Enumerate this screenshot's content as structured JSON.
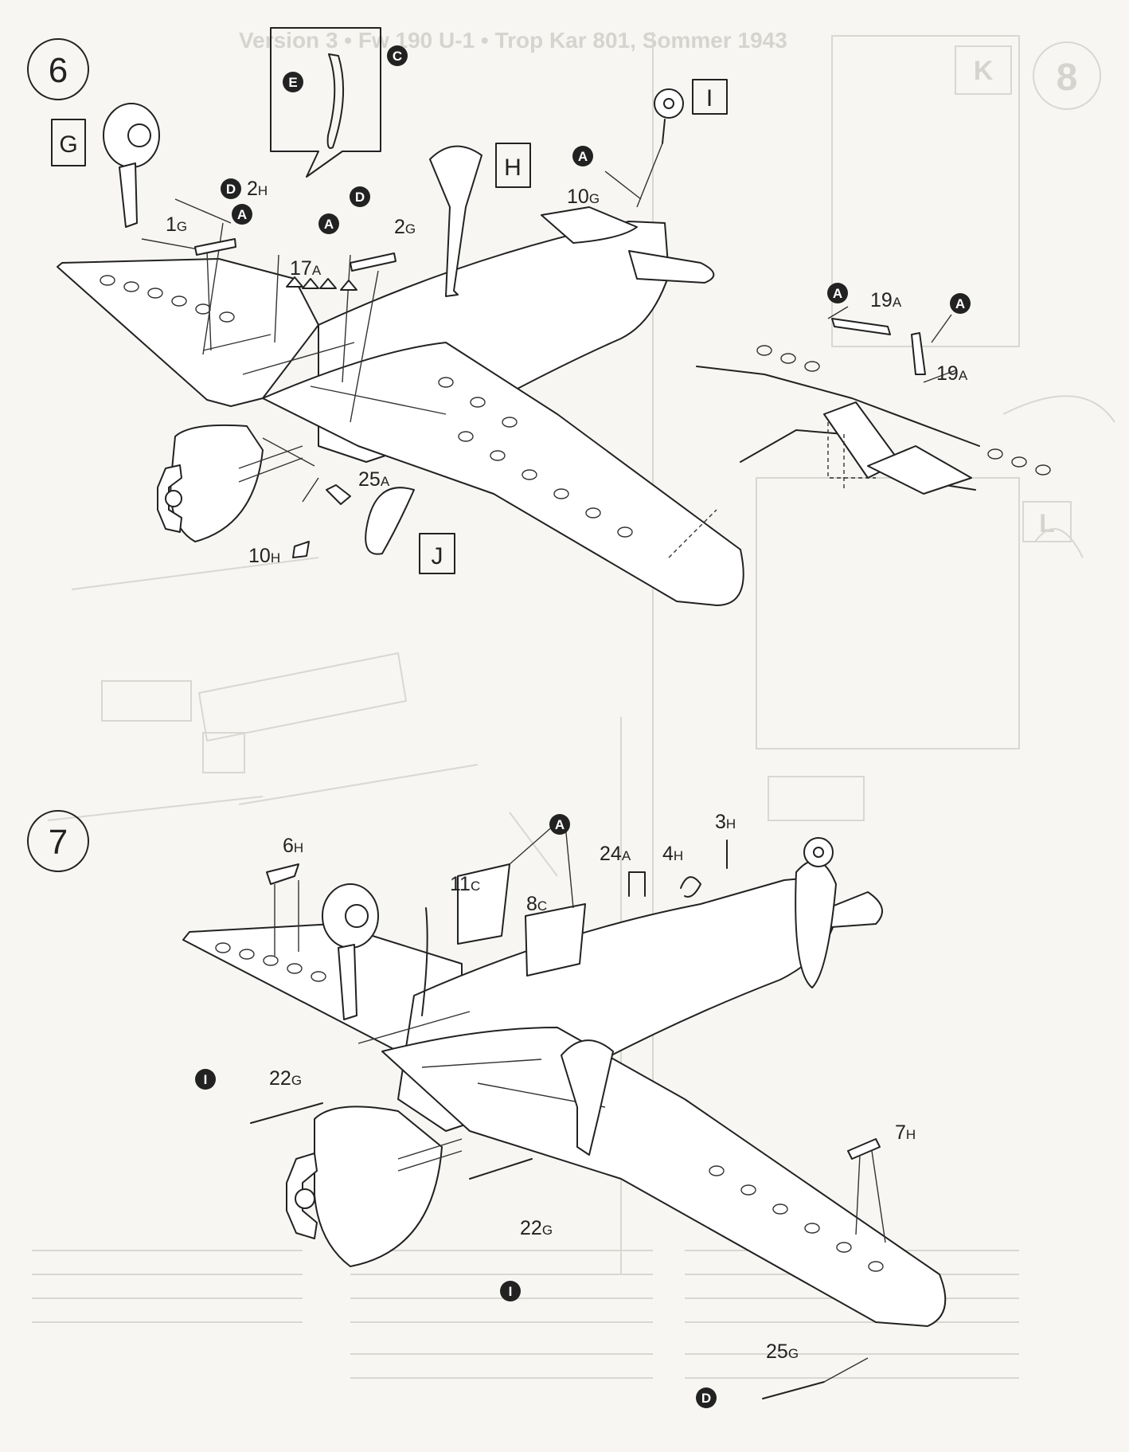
{
  "steps": {
    "six": "6",
    "seven": "7"
  },
  "boxes": {
    "g": "G",
    "h": "H",
    "i": "I",
    "j": "J"
  },
  "circles": {
    "a": "A",
    "c": "C",
    "d": "D",
    "e": "E",
    "i": "I"
  },
  "step6_parts": {
    "p2": {
      "num": "2",
      "sub": "H"
    },
    "p1": {
      "num": "1",
      "sub": "G"
    },
    "p2g": {
      "num": "2",
      "sub": "G"
    },
    "p17": {
      "num": "17",
      "sub": "A"
    },
    "p10g": {
      "num": "10",
      "sub": "G"
    },
    "p25": {
      "num": "25",
      "sub": "A"
    },
    "p10h": {
      "num": "10",
      "sub": "H"
    },
    "p19a": {
      "num": "19",
      "sub": "A"
    },
    "p19b": {
      "num": "19",
      "sub": "A"
    }
  },
  "step7_parts": {
    "p6": {
      "num": "6",
      "sub": "H"
    },
    "p11": {
      "num": "11",
      "sub": "C"
    },
    "p8": {
      "num": "8",
      "sub": "C"
    },
    "p24": {
      "num": "24",
      "sub": "A"
    },
    "p4": {
      "num": "4",
      "sub": "H"
    },
    "p3": {
      "num": "3",
      "sub": "H"
    },
    "p22a": {
      "num": "22",
      "sub": "G"
    },
    "p22b": {
      "num": "22",
      "sub": "G"
    },
    "p7": {
      "num": "7",
      "sub": "H"
    },
    "p25g": {
      "num": "25",
      "sub": "G"
    }
  },
  "ghost_text": {
    "header": "Version 3 • Fw 190 U-1 • Trop Kar 801, Sommer 1943",
    "step8": "8",
    "box_k": "K",
    "box_l": "L"
  }
}
